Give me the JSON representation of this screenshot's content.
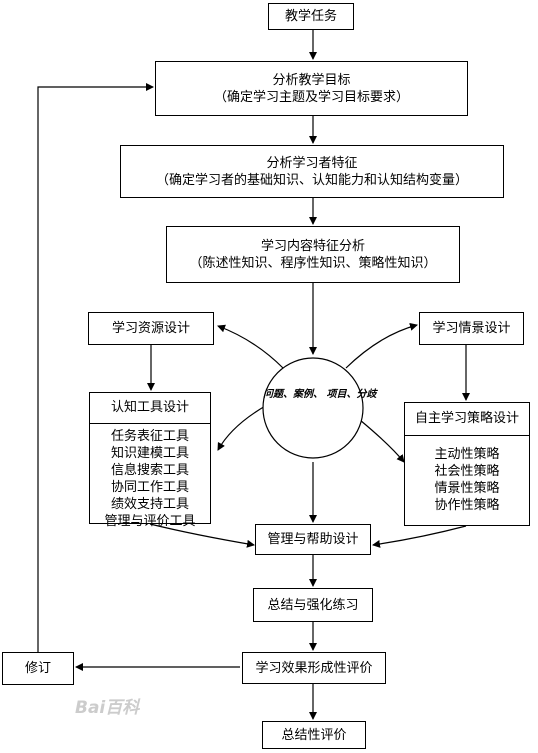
{
  "nodes": {
    "teaching_task": "教学任务",
    "analyze_goal": {
      "title": "分析教学目标",
      "sub": "（确定学习主题及学习目标要求）"
    },
    "analyze_learner": {
      "title": "分析学习者特征",
      "sub": "（确定学习者的基础知识、认知能力和认知结构变量）"
    },
    "content_analysis": {
      "title": "学习内容特征分析",
      "sub": "（陈述性知识、程序性知识、策略性知识）"
    },
    "resource_design": "学习资源设计",
    "situation_design": "学习情景设计",
    "cognitive_tools": {
      "title": "认知工具设计",
      "items": [
        "任务表征工具",
        "知识建模工具",
        "信息搜索工具",
        "协同工作工具",
        "绩效支持工具",
        "管理与评价工具"
      ]
    },
    "autonomous_strategy": {
      "title": "自主学习策略设计",
      "items": [
        "主动性策略",
        "社会性策略",
        "情景性策略",
        "协作性策略"
      ]
    },
    "circle": {
      "line1": "问题、案例、",
      "line2": "项目、分歧"
    },
    "management": "管理与帮助设计",
    "summary_practice": "总结与强化练习",
    "formative_eval": "学习效果形成性评价",
    "revise": "修订",
    "summative_eval": "总结性评价"
  },
  "watermark": "Bai百科"
}
